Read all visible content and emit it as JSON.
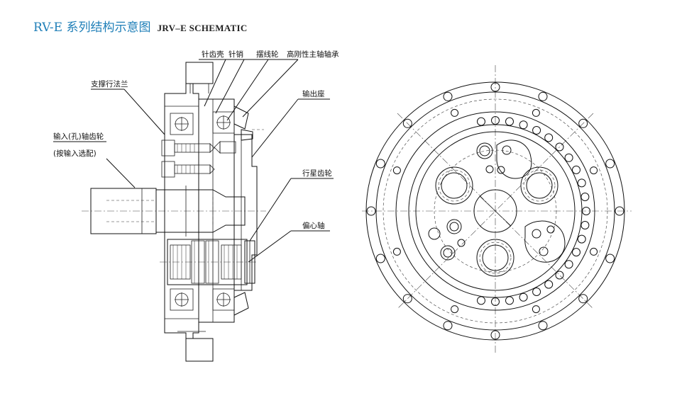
{
  "title": {
    "cn": "RV-E 系列结构示意图",
    "en": "JRV–E SCHEMATIC"
  },
  "labels": {
    "pin_housing": "针齿壳",
    "pin": "针销",
    "cycloid_gear": "摆线轮",
    "main_bearing": "高刚性主轴轴承",
    "support_flange": "支撑行法兰",
    "output_seat": "输出座",
    "input_gear_line1": "输入(孔)轴齿轮",
    "input_gear_line2": "(按输入选配)",
    "planet_gear": "行星齿轮",
    "eccentric_shaft": "偏心轴"
  },
  "colors": {
    "title_cn": "#1f7fb8",
    "title_en": "#222222",
    "line": "#111111"
  }
}
